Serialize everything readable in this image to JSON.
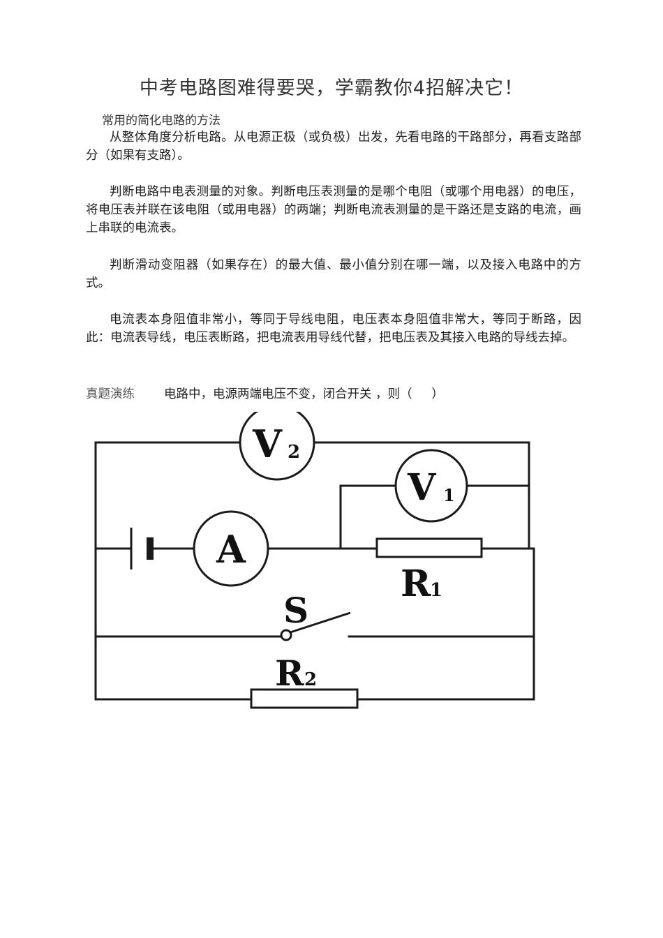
{
  "document": {
    "title": "中考电路图难得要哭，学霸教你4招解决它！",
    "section_heading": "常用的简化电路的方法",
    "paragraphs": [
      "从整体角度分析电路。从电源正极（或负极）出发，先看电路的干路部分，再看支路部分（如果有支路）。",
      "判断电路中电表测量的对象。判断电压表测量的是哪个电阻（或哪个用电器）的电压，将电压表并联在该电阻（或用电器）的两端；判断电流表测量的是干路还是支路的电流，画上串联的电流表。",
      "判断滑动变阻器（如果存在）的最大值、最小值分别在哪一端，以及接入电路中的方式。",
      "电流表本身阻值非常小，等同于导线电阻，电压表本身阻值非常大，等同于断路，因此：电流表导线，电压表断路，把电流表用导线代替，把电压表及其接入电路的导线去掉。"
    ],
    "exercise": {
      "label": "真题演练",
      "text": "电路中，电源两端电压不变，闭合开关 ，则（     ）"
    }
  },
  "circuit": {
    "voltmeter_2": {
      "letter": "V",
      "subscript": "2"
    },
    "voltmeter_1": {
      "letter": "V",
      "subscript": "1"
    },
    "ammeter": {
      "letter": "A"
    },
    "resistor_1": {
      "letter": "R",
      "subscript": "1"
    },
    "resistor_2": {
      "letter": "R",
      "subscript": "2"
    },
    "switch": {
      "letter": "S"
    }
  }
}
